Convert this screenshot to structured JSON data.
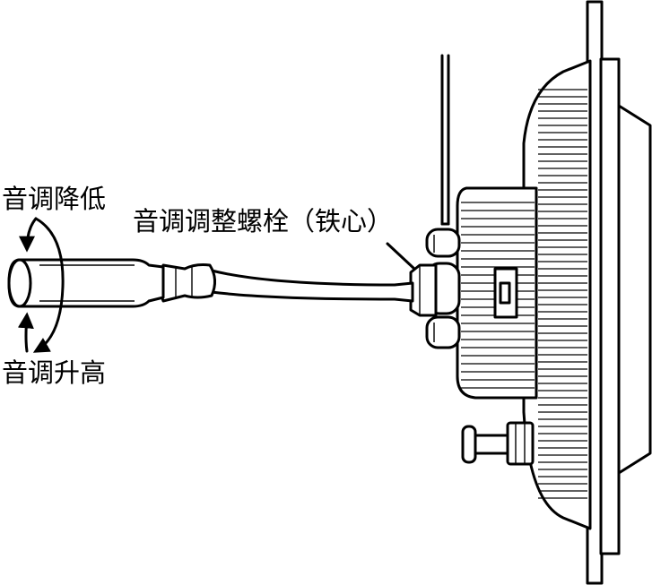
{
  "labels": {
    "pitch_lower": "音调降低",
    "adjust_bolt": "音调调整螺栓（铁心）",
    "pitch_raise": "音调升高"
  }
}
